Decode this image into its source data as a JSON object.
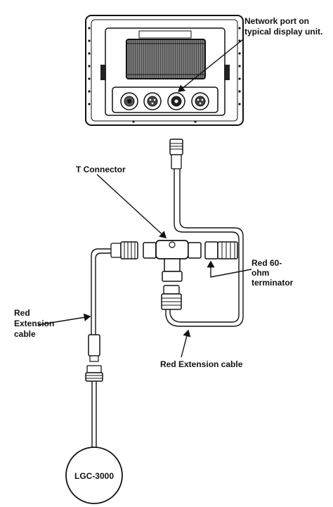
{
  "labels": {
    "network_port_line1": "Network port on",
    "network_port_line2": "typical display unit.",
    "t_connector": "T Connector",
    "terminator_line1": "Red 60-",
    "terminator_line2": "ohm",
    "terminator_line3": "terminator",
    "ext_cable_left_line1": "Red",
    "ext_cable_left_line2": "Extension",
    "ext_cable_left_line3": "cable",
    "ext_cable_bottom": "Red Extension cable",
    "sensor": "LGC-3000"
  },
  "colors": {
    "ink": "#111111",
    "screen": "#5a5a5a",
    "bezel": "#ffffff"
  }
}
